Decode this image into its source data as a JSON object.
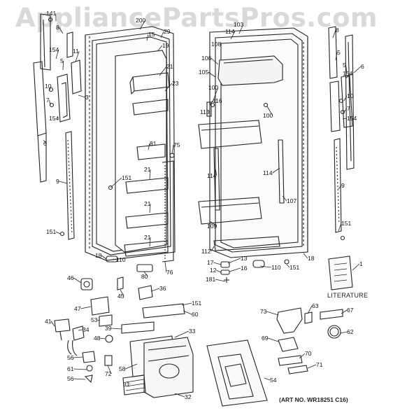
{
  "watermark": "AppliancePartsPros.com",
  "literature_label": "LITERATURE",
  "art_number": "(ART NO. WR18251 C16)",
  "callouts": [
    "141",
    "8",
    "200",
    "15",
    "29",
    "19",
    "154",
    "11",
    "5",
    "10",
    "7",
    "154",
    "3",
    "6",
    "9",
    "151",
    "21",
    "23",
    "81",
    "75",
    "151",
    "21",
    "21",
    "21",
    "18",
    "110",
    "80",
    "76",
    "103",
    "114",
    "108",
    "106",
    "105",
    "100",
    "116",
    "115",
    "100",
    "114",
    "114",
    "107",
    "109",
    "112",
    "13",
    "17",
    "16",
    "12",
    "181",
    "110",
    "151",
    "18",
    "8",
    "5",
    "154",
    "6",
    "5",
    "10",
    "7",
    "154",
    "9",
    "151",
    "1",
    "46",
    "45",
    "36",
    "47",
    "53",
    "60",
    "151",
    "41",
    "34",
    "39",
    "33",
    "48",
    "56",
    "61",
    "56",
    "72",
    "58",
    "31",
    "32",
    "73",
    "63",
    "67",
    "62",
    "69",
    "70",
    "71",
    "54"
  ]
}
